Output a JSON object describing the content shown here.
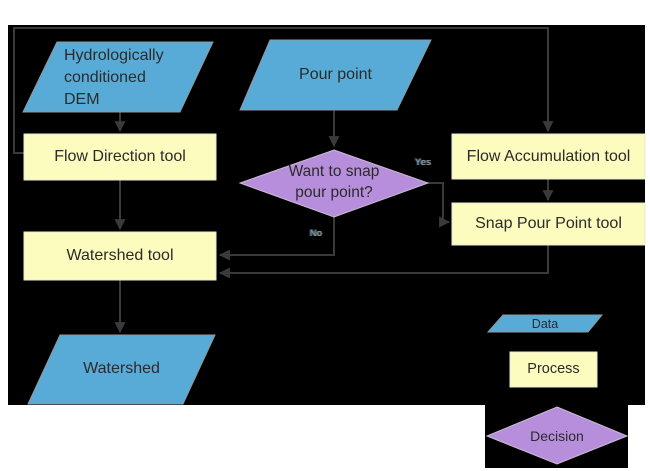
{
  "flowchart": {
    "nodes": {
      "dem": "Hydrologically conditioned DEM",
      "pour_point": "Pour point",
      "flow_direction": "Flow Direction tool",
      "flow_accumulation": "Flow Accumulation tool",
      "snap_pour_point": "Snap Pour Point tool",
      "decision": "Want to snap pour point?",
      "watershed_tool": "Watershed tool",
      "watershed": "Watershed"
    },
    "edge_labels": {
      "yes": "Yes",
      "no": "No"
    },
    "legend": {
      "data": "Data",
      "process": "Process",
      "decision": "Decision"
    }
  },
  "colors": {
    "data_fill": "#58abd7",
    "process_fill": "#fcfcbe",
    "decision_fill": "#b78edb",
    "connector": "#3a3a3a",
    "text": "#2b2b2b",
    "background": "#000000"
  }
}
